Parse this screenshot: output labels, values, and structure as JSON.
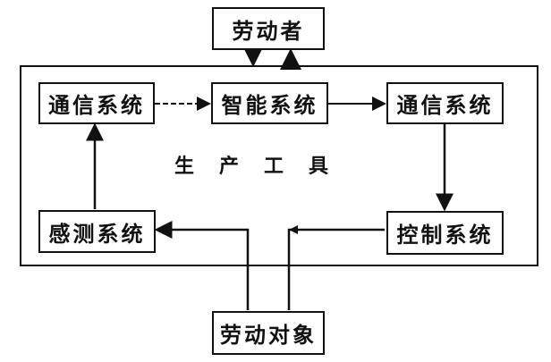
{
  "diagram": {
    "worker": "劳动者",
    "production_tools": "生产工具",
    "comm_left": "通信系统",
    "intelligent": "智能系统",
    "comm_right": "通信系统",
    "sensing": "感测系统",
    "control": "控制系统",
    "labor_object": "劳动对象"
  }
}
